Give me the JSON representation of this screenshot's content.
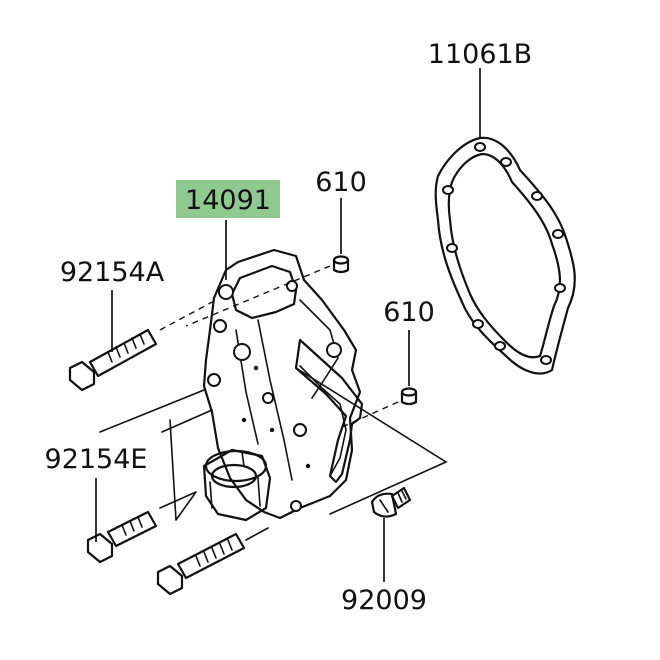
{
  "diagram": {
    "highlight_color": "#8fc98f",
    "labels": {
      "cover": "14091",
      "gasket": "11061B",
      "dowel_upper": "610",
      "dowel_lower": "610",
      "bolt_a": "92154A",
      "bolt_e": "92154E",
      "screw": "92009"
    }
  }
}
